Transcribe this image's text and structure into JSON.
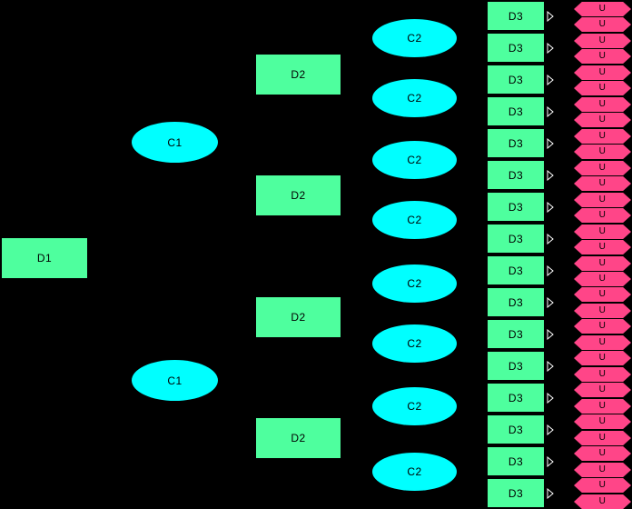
{
  "diagram": {
    "background": "#000000",
    "node_text_color": "#000000",
    "colors": {
      "decision": "#4EFF9E",
      "chance": "#00FFFF",
      "utility": "#FF4588",
      "expander_outline": "#FFFFFF",
      "expander_fill": "#000000"
    },
    "levels": [
      {
        "id": "d1",
        "label": "D1",
        "shape": "rect",
        "role": "decision",
        "count": 1
      },
      {
        "id": "c1",
        "label": "C1",
        "shape": "ellipse",
        "role": "chance",
        "count": 2
      },
      {
        "id": "d2",
        "label": "D2",
        "shape": "rect",
        "role": "decision",
        "count": 4
      },
      {
        "id": "c2",
        "label": "C2",
        "shape": "ellipse",
        "role": "chance",
        "count": 8
      },
      {
        "id": "d3",
        "label": "D3",
        "shape": "rect",
        "role": "decision",
        "count": 16
      },
      {
        "id": "u",
        "label": "U",
        "shape": "hexagon",
        "role": "utility",
        "count": 32
      }
    ],
    "expanders": {
      "count": 16
    }
  }
}
